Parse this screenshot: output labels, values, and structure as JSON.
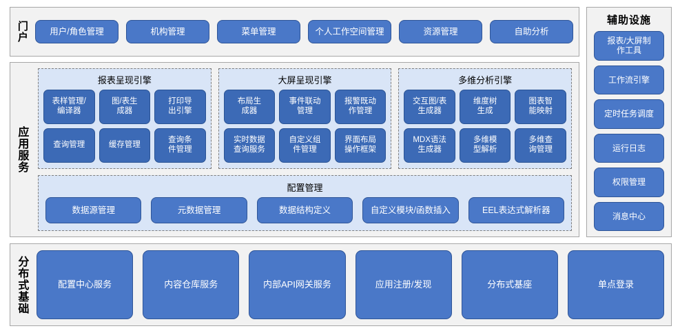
{
  "portal": {
    "label": "门户",
    "items": [
      {
        "label": "用户/角色管理"
      },
      {
        "label": "机构管理"
      },
      {
        "label": "菜单管理"
      },
      {
        "label": "个人工作空间管理"
      },
      {
        "label": "资源管理"
      },
      {
        "label": "自助分析"
      }
    ]
  },
  "app_services": {
    "label": "应用服务",
    "engines": [
      {
        "title": "报表呈现引擎",
        "items": [
          {
            "label": "表样管理/\n编译器"
          },
          {
            "label": "图/表生\n成器"
          },
          {
            "label": "打印导\n出引擎"
          },
          {
            "label": "查询管理"
          },
          {
            "label": "缓存管理"
          },
          {
            "label": "查询条\n件管理"
          }
        ]
      },
      {
        "title": "大屏呈现引擎",
        "items": [
          {
            "label": "布局生\n成器"
          },
          {
            "label": "事件联动\n管理"
          },
          {
            "label": "报警既动\n作管理"
          },
          {
            "label": "实时数据\n查询服务"
          },
          {
            "label": "自定义组\n件管理"
          },
          {
            "label": "界面布局\n操作框架"
          }
        ]
      },
      {
        "title": "多维分析引擎",
        "items": [
          {
            "label": "交互图/表\n生成器"
          },
          {
            "label": "维度树\n生成"
          },
          {
            "label": "图表智\n能映射"
          },
          {
            "label": "MDX语法\n生成器"
          },
          {
            "label": "多维模\n型解析"
          },
          {
            "label": "多维查\n询管理"
          }
        ]
      }
    ],
    "config": {
      "title": "配置管理",
      "items": [
        {
          "label": "数据源管理"
        },
        {
          "label": "元数据管理"
        },
        {
          "label": "数据结构定义"
        },
        {
          "label": "自定义模块/函数插入"
        },
        {
          "label": "EEL表达式解析器"
        }
      ]
    }
  },
  "aux": {
    "title": "辅助设施",
    "items": [
      {
        "label": "报表/大屏制\n作工具"
      },
      {
        "label": "工作流引擎"
      },
      {
        "label": "定时任务调度"
      },
      {
        "label": "运行日志"
      },
      {
        "label": "权限管理"
      },
      {
        "label": "消息中心"
      }
    ]
  },
  "distributed": {
    "label": "分布式基础",
    "items": [
      {
        "label": "配置中心服务"
      },
      {
        "label": "内容仓库服务"
      },
      {
        "label": "内部API网关服务"
      },
      {
        "label": "应用注册/发现"
      },
      {
        "label": "分布式基座"
      },
      {
        "label": "单点登录"
      }
    ]
  },
  "colors": {
    "button_fill": "#4a78c8",
    "button_fill_dark": "#3c6ab6",
    "button_border": "#2f5597",
    "panel_fill": "#f2f2f2",
    "panel_border": "#a6a6a6",
    "group_fill": "#d9e5f7",
    "group_border": "#7d7d7d",
    "text_on_button": "#ffffff"
  }
}
